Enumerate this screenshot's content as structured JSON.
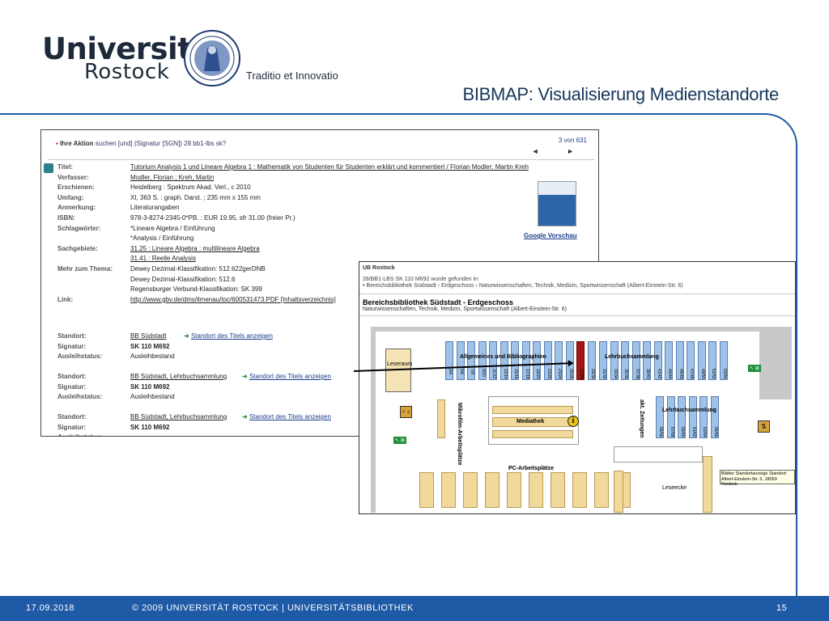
{
  "header": {
    "logo_line1": "Universität",
    "logo_line2": "Rostock",
    "motto": "Traditio et Innovatio",
    "slide_title": "BIBMAP: Visualisierung Medienstandorte"
  },
  "catalog": {
    "action_label": "Ihre Aktion",
    "action_text": "suchen [und] (Signatur [SGN]) 28 bb1-lbs sk?",
    "paging": "3 von 631",
    "paging_arrows": "◄ ►",
    "rows": [
      {
        "label": "Titel:",
        "value": "Tutorium Analysis 1 und Lineare Algebra 1 : Mathematik von Studenten für Studenten erklärt und kommentiert / Florian Modler; Martin Kreh",
        "link": true
      },
      {
        "label": "Verfasser:",
        "value": "Modler, Florian ; Kreh, Martin",
        "link": true
      },
      {
        "label": "Erschienen:",
        "value": "Heidelberg : Spektrum Akad. Verl., c 2010",
        "link": false
      },
      {
        "label": "Umfang:",
        "value": "XI, 363 S. : graph. Darst. ; 235 mm x 155 mm",
        "link": false
      },
      {
        "label": "Anmerkung:",
        "value": "Literaturangaben",
        "link": false
      },
      {
        "label": "ISBN:",
        "value": "978-3-8274-2345-0*PB. : EUR 19.95, sfr 31.00 (freier Pr.)",
        "link": false
      },
      {
        "label": "Schlagwörter:",
        "value": "*Lineare Algebra / Einführung",
        "link": false
      },
      {
        "label": "",
        "value": "*Analysis / Einführung",
        "link": false
      },
      {
        "label": "Sachgebiete:",
        "value": "31.25 : Lineare Algebra : multilineare Algebra",
        "link": true
      },
      {
        "label": "",
        "value": "31.41 : Reelle Analysis",
        "link": true
      },
      {
        "label": "Mehr zum Thema:",
        "value": "Dewey Dezimal-Klassifikation: 512.622gerDNB",
        "link": false
      },
      {
        "label": "",
        "value": "Dewey Dezimal-Klassifikation: 512.6",
        "link": false
      },
      {
        "label": "",
        "value": "Regensburger Verbund-Klassifikation: SK 399",
        "link": false
      },
      {
        "label": "Link:",
        "value": "http://www.gbv.de/dms/ilmenau/toc/600531473.PDF [Inhaltsverzeichnis]",
        "link": true
      }
    ],
    "holdings": [
      {
        "standort_label": "Standort:",
        "standort": "BB Südstadt",
        "show": "Standort des Titels anzeigen",
        "signatur_label": "Signatur:",
        "signatur": "SK 110 M692",
        "status_label": "Ausleihstatus:",
        "status": "Ausleihbestand"
      },
      {
        "standort_label": "Standort:",
        "standort": "BB Südstadt, Lehrbuchsammlung",
        "show": "Standort des Titels anzeigen",
        "signatur_label": "Signatur:",
        "signatur": "SK 110 M692",
        "status_label": "Ausleihstatus:",
        "status": "Ausleihbestand"
      },
      {
        "standort_label": "Standort:",
        "standort": "BB Südstadt, Lehrbuchsammlung",
        "show": "Standort des Titels anzeigen",
        "signatur_label": "Signatur:",
        "signatur": "SK 110 M692",
        "status_label": "Ausleihstatus:",
        "status": ""
      }
    ],
    "google_preview": "Google Vorschau"
  },
  "map": {
    "header_title": "UB Rostock",
    "found_text": "28/BB1-LBS SK 110 M692 wurde gefunden in:",
    "found_path": "• Bereichsbibliothek Südstadt › Erdgeschoss › Naturwissenschaften, Technik, Medizin, Sportwissenschaft (Albert-Einstein-Str. 6)",
    "heading": "Bereichsbibliothek Südstadt - Erdgeschoss",
    "subheading": "Naturwissenschaften, Technik, Medizin, Sportwissenschaft (Albert-Einstein-Str. 6)",
    "labels": {
      "leseraum": "Leseraum",
      "allgemeines": "Allgemeines und Bibliographien",
      "lehrbuch1": "Lehrbuchsammlung",
      "lehrbuch2": "Lehrbuchsammlung",
      "zeitungen": "akt. Zeitungen",
      "mikrofilm": "Mikrofilm-Arbeitsplätze",
      "mediathek": "Mediathek",
      "pc": "PC-Arbeitsplätze",
      "leseecke": "Leseecke",
      "tooltip": "Blätter Standortanzeige Standort: Albert-Einstein-Str. 6, 18059 Rostock"
    },
    "shelf_codes_left": [
      "2/4",
      "5/6",
      "7/8",
      "9/10",
      "11/12",
      "13/14",
      "15/16",
      "17/18",
      "19/20",
      "21/22",
      "23/24",
      "25/26",
      "27/28",
      "29/30"
    ],
    "shelf_codes_right": [
      "31/32",
      "33/34",
      "35/36",
      "37/38",
      "39/40",
      "41/42",
      "43/44",
      "45/46",
      "47/48",
      "49/50",
      "51/52",
      "53/54"
    ],
    "shelf_codes_lower": [
      "55/56",
      "57/58",
      "59/60",
      "61/62",
      "63/64",
      "65/66"
    ],
    "exit_label": "↖ ⊞",
    "accent_color": "#1f5aa6"
  },
  "footer": {
    "date": "17.09.2018",
    "copyright": "© 2009 UNIVERSITÄT ROSTOCK | UNIVERSITÄTSBIBLIOTHEK",
    "page": "15"
  }
}
